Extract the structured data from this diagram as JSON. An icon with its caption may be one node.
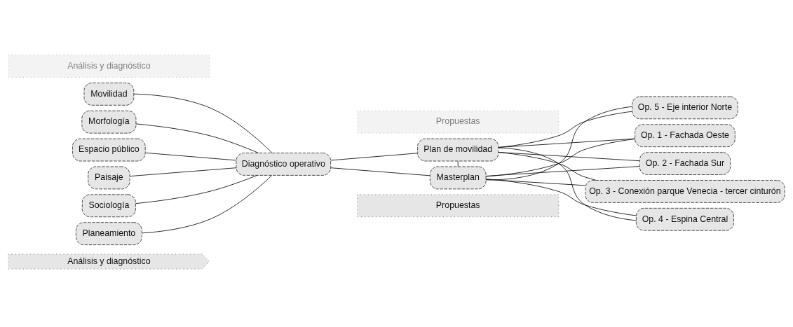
{
  "diagram": {
    "nodes": [
      {
        "text": [
          "Análisis y diagnóstico"
        ]
      },
      {
        "text": [
          "Propuestas"
        ]
      },
      {
        "text": [
          "Movilidad"
        ]
      },
      {
        "text": [
          "Morfología"
        ]
      },
      {
        "text": [
          "Espacio público"
        ]
      },
      {
        "text": [
          "Paisaje"
        ]
      },
      {
        "text": [
          "Sociología"
        ]
      },
      {
        "text": [
          "Planeamiento"
        ]
      },
      {
        "text": [
          "Diagnóstico operativo"
        ]
      },
      {
        "text": [
          "Plan de movilidad"
        ]
      },
      {
        "text": [
          "Op. 1 - Fachada Oeste"
        ]
      },
      {
        "text": [
          "Op. 2 - Fachada Sur"
        ]
      },
      {
        "text": [
          "Op. 3 - Conexión parque Venecia - tercer cinturón"
        ]
      },
      {
        "text": [
          "Op. 4 - Espina Central"
        ]
      },
      {
        "text": [
          "Op. 5 - Eje interior Norte"
        ]
      },
      {
        "text": [
          "Masterplan"
        ]
      },
      {
        "text": [
          "Análisis y diagnóstico"
        ]
      },
      {
        "text": [
          "Propuestas"
        ]
      }
    ],
    "edges": [
      {
        "from": 2,
        "to": 8,
        "arrow": "none"
      },
      {
        "from": 3,
        "to": 8,
        "arrow": "none"
      },
      {
        "from": 4,
        "to": 8,
        "arrow": "none"
      },
      {
        "from": 5,
        "to": 8,
        "arrow": "none"
      },
      {
        "from": 6,
        "to": 8,
        "arrow": "none"
      },
      {
        "from": 7,
        "to": 8,
        "arrow": "none"
      },
      {
        "from": 8,
        "to": 9,
        "arrow": "none"
      },
      {
        "from": 8,
        "to": 15,
        "arrow": "none"
      },
      {
        "from": 9,
        "to": 15,
        "arrow": "none"
      },
      {
        "from": 9,
        "to": 10,
        "arrow": "none"
      },
      {
        "from": 9,
        "to": 11,
        "arrow": "none"
      },
      {
        "from": 9,
        "to": 12,
        "arrow": "none"
      },
      {
        "from": 9,
        "to": 13,
        "arrow": "none"
      },
      {
        "from": 9,
        "to": 14,
        "arrow": "none"
      },
      {
        "from": 15,
        "to": 10,
        "arrow": "none"
      },
      {
        "from": 15,
        "to": 11,
        "arrow": "none"
      },
      {
        "from": 15,
        "to": 12,
        "arrow": "none"
      },
      {
        "from": 15,
        "to": 13,
        "arrow": "none"
      },
      {
        "from": 15,
        "to": 14,
        "arrow": "none"
      }
    ]
  }
}
